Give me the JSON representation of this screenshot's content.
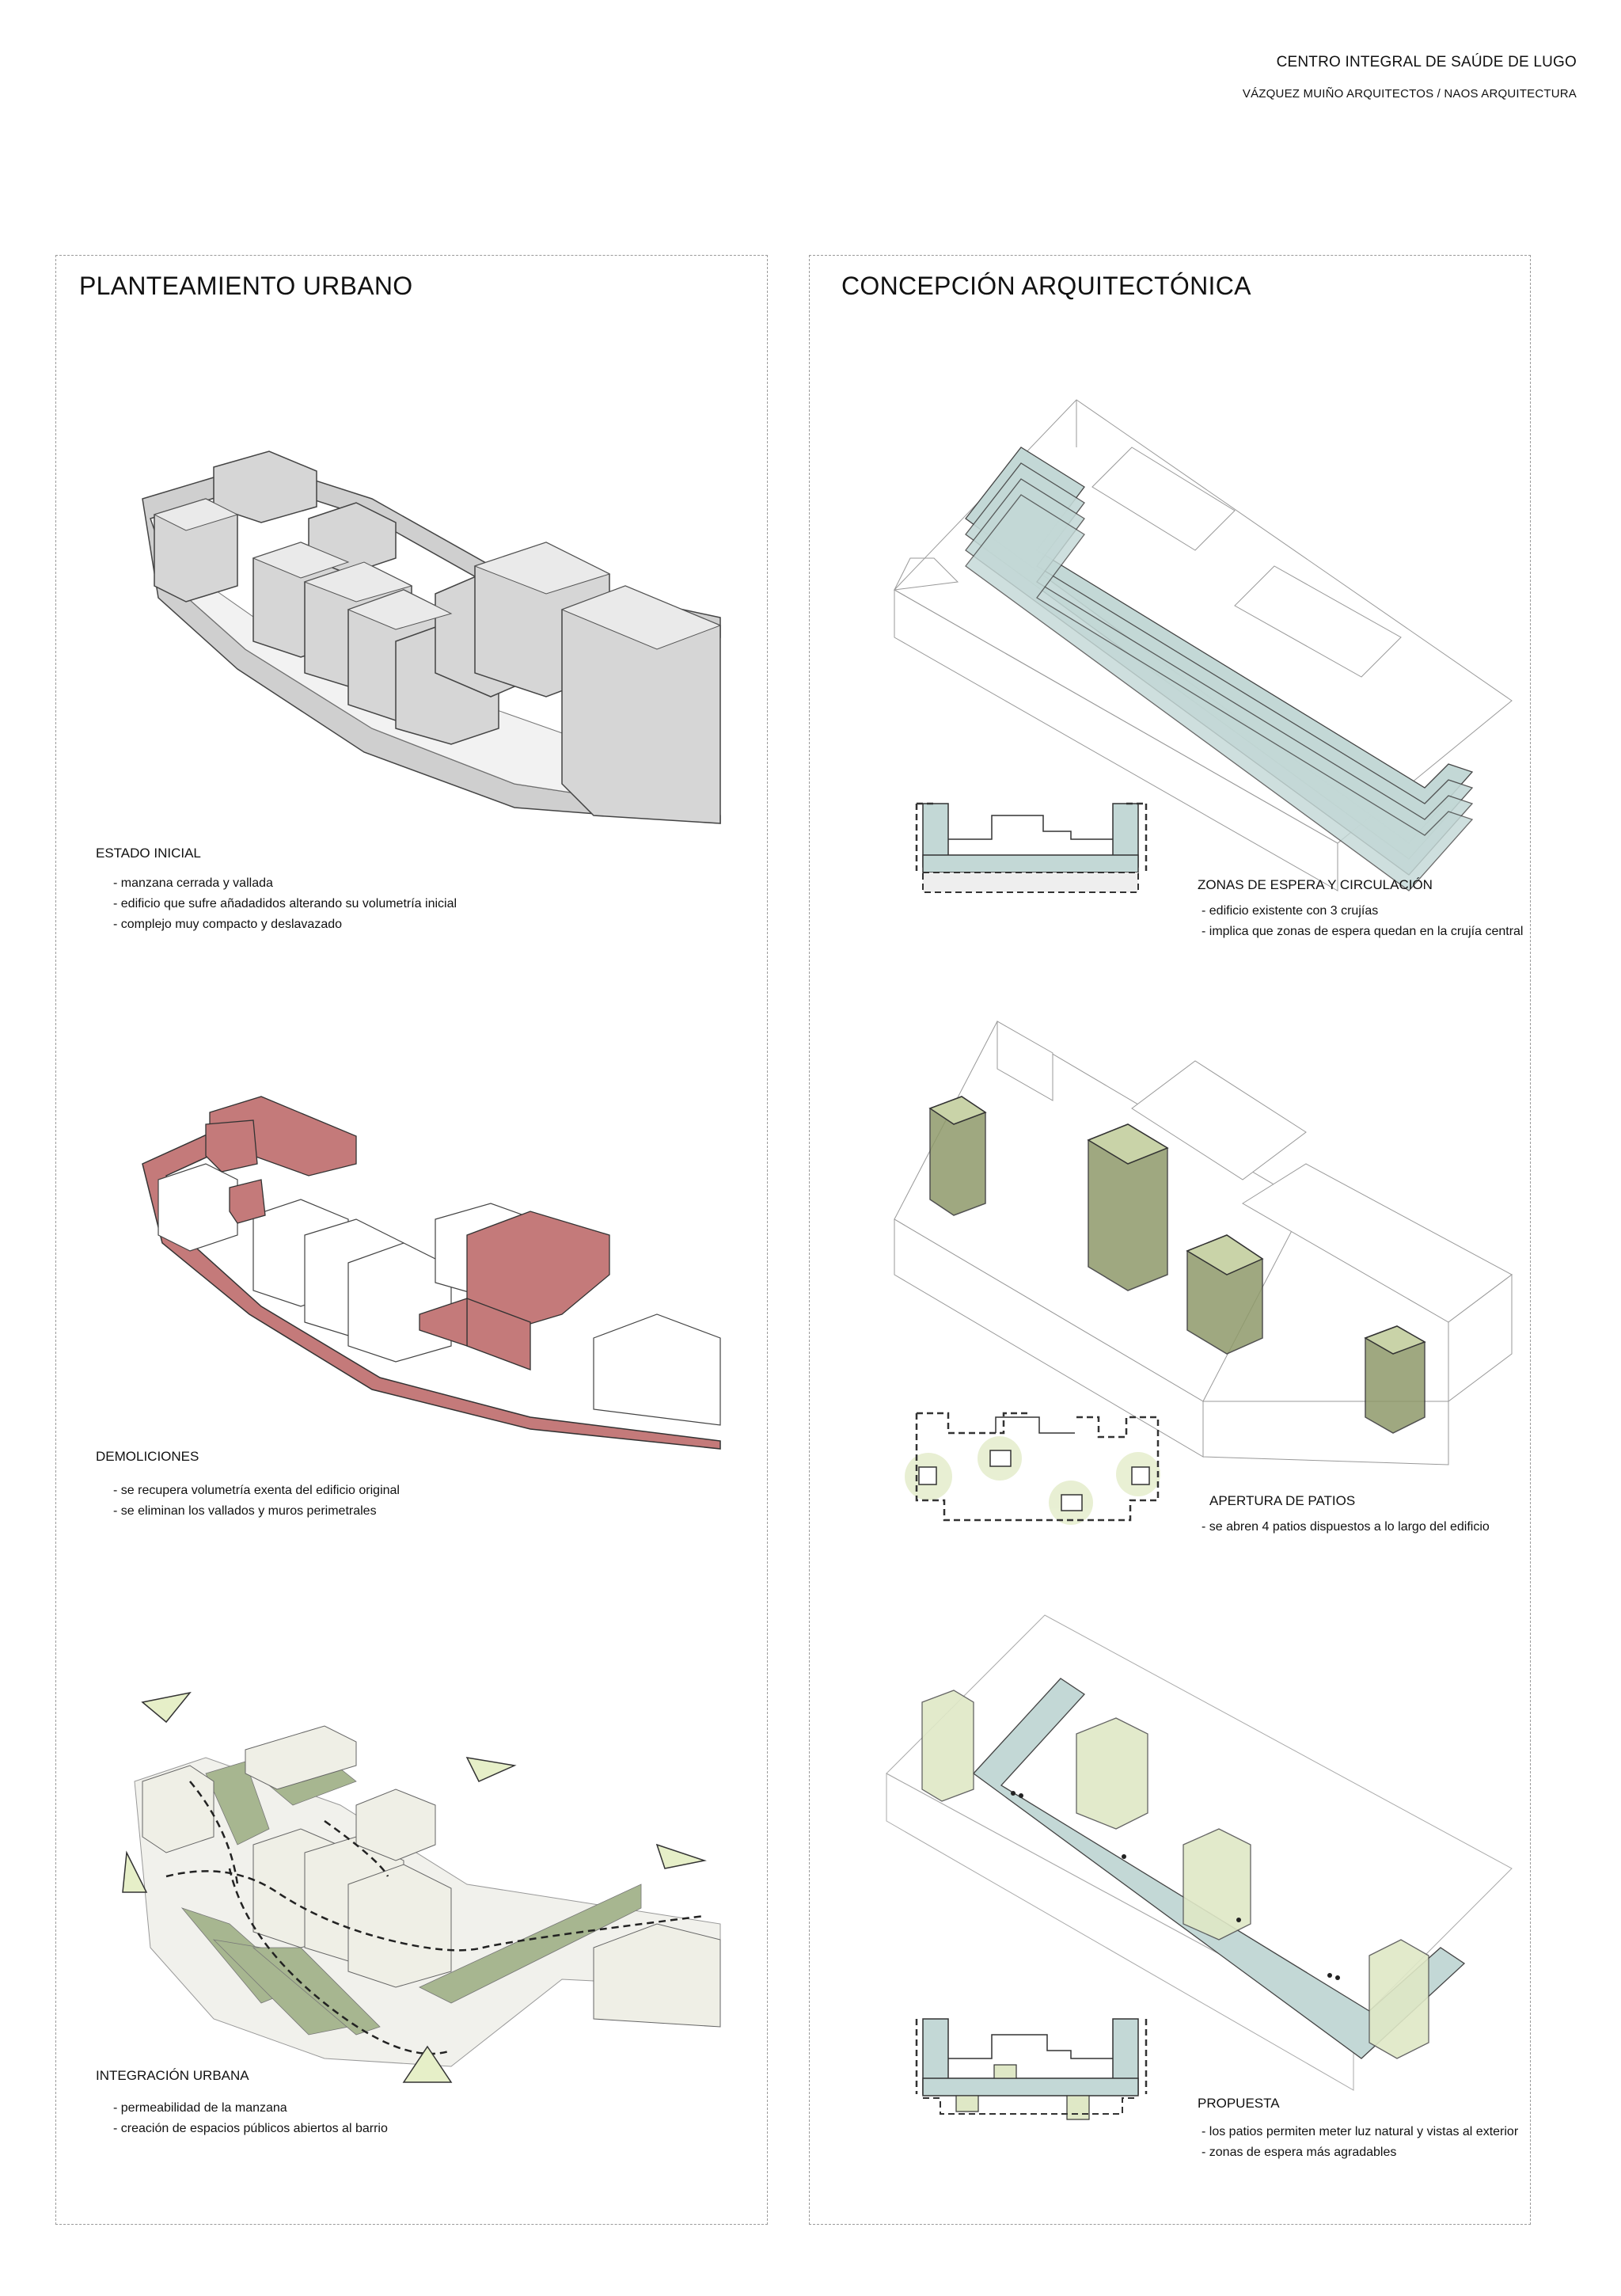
{
  "header": {
    "title": "CENTRO INTEGRAL DE SAÚDE DE LUGO",
    "authors": "VÁZQUEZ MUIÑO ARQUITECTOS / NAOS ARQUITECTURA"
  },
  "left_panel": {
    "title": "PLANTEAMIENTO URBANO",
    "sections": [
      {
        "caption": "ESTADO INICIAL",
        "bullets": [
          "- manzana cerrada y vallada",
          "- edificio que sufre añadadidos alterando su volumetría inicial",
          "- complejo muy compacto y deslavazado"
        ]
      },
      {
        "caption": "DEMOLICIONES",
        "bullets": [
          "- se recupera volumetría exenta del edificio original",
          "- se eliminan los vallados y muros perimetrales"
        ]
      },
      {
        "caption": "INTEGRACIÓN URBANA",
        "bullets": [
          "- permeabilidad de la manzana",
          "- creación de espacios públicos abiertos al barrio"
        ]
      }
    ]
  },
  "right_panel": {
    "title": "CONCEPCIÓN ARQUITECTÓNICA",
    "sections": [
      {
        "caption": "ZONAS DE ESPERA Y CIRCULACIÓN",
        "bullets": [
          "- edificio existente con 3 crujías",
          "- implica que zonas de espera quedan en la crujía central"
        ]
      },
      {
        "caption": "APERTURA DE PATIOS",
        "bullets": [
          "- se abren 4 patios dispuestos a lo largo del edificio"
        ]
      },
      {
        "caption": "PROPUESTA",
        "bullets": [
          "- los patios permiten meter luz natural y vistas al exterior",
          "- zonas de espera más agradables"
        ]
      }
    ]
  },
  "colors": {
    "grey_mass": "#d9d9d9",
    "demolition_red": "#c47a7a",
    "green_space": "#a7b690",
    "circulation_blue": "#c3d8d6",
    "patio_green": "#8f9a6a",
    "patio_light": "#dfe8c6"
  }
}
